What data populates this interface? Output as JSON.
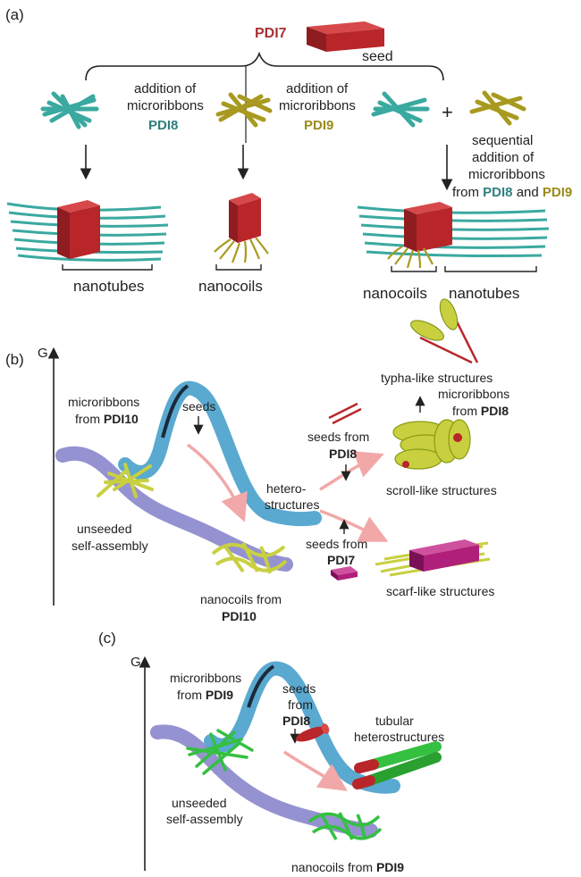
{
  "panel_a": {
    "label": "(a)",
    "pdi7": "PDI7",
    "seed": "seed",
    "addition_of": "addition of",
    "microribbons": "microribbons",
    "pdi8": "PDI8",
    "pdi9": "PDI9",
    "plus": "+",
    "seq1": "sequential",
    "seq2": "addition of",
    "seq3": "microribbons",
    "seq4_from": "from ",
    "seq4_and": " and ",
    "nanotubes": "nanotubes",
    "nanocoils": "nanocoils"
  },
  "panel_b": {
    "label": "(b)",
    "g_axis": "G",
    "microribbons": "microribbons",
    "from": "from ",
    "pdi10": "PDI10",
    "seeds": "seeds",
    "unseeded": "unseeded",
    "self_assembly": "self-assembly",
    "nanocoils_from": "nanocoils from",
    "hetero": "hetero-",
    "structures": "structures",
    "seeds_from": "seeds from",
    "pdi8": "PDI8",
    "pdi7": "PDI7",
    "typha": "typha-like structures",
    "scroll": "scroll-like structures",
    "scarf": "scarf-like structures"
  },
  "panel_c": {
    "label": "(c)",
    "g_axis": "G",
    "microribbons": "microribbons",
    "from": "from ",
    "pdi9": "PDI9",
    "seeds": "seeds",
    "from2": "from",
    "pdi8": "PDI8",
    "tubular": "tubular",
    "heterostructures": "heterostructures",
    "unseeded": "unseeded",
    "self_assembly": "self-assembly",
    "nanocoils_from": "nanocoils from "
  },
  "colors": {
    "seed_red": "#b8262a",
    "pdi8_teal": "#3aa9a0",
    "pdi9_olive": "#a89a20",
    "pdi10_yellow": "#c8d040",
    "pdi7_magenta": "#b0207a",
    "curve_blue": "#5aa9d0",
    "curve_purple": "#8a86cc",
    "arrow_pink": "#f2a8a8",
    "green": "#34c040"
  }
}
